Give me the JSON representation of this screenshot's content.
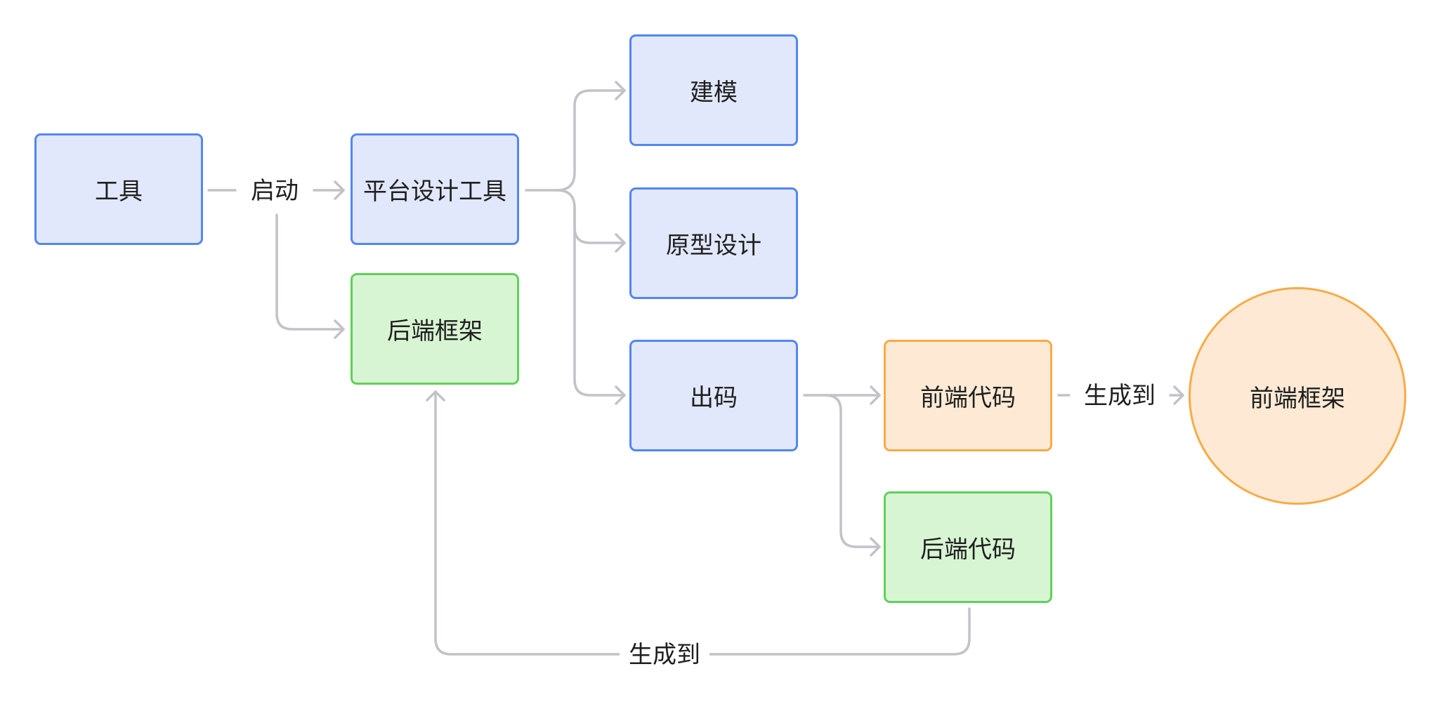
{
  "colors": {
    "blue_fill": "#e1e8fc",
    "blue_border": "#5386ef",
    "green_fill": "#d8f5d3",
    "green_border": "#5fd15a",
    "orange_fill": "#feead4",
    "orange_border": "#f7ab47",
    "connector": "#c2c3c8"
  },
  "nodes": {
    "tools": "工具",
    "platform_design_tools": "平台设计工具",
    "backend_framework": "后端框架",
    "modeling": "建模",
    "prototype_design": "原型设计",
    "code_output": "出码",
    "frontend_code": "前端代码",
    "backend_code": "后端代码",
    "frontend_framework": "前端框架"
  },
  "edges": {
    "launch": "启动",
    "generate_to_frontend": "生成到",
    "generate_to_backend": "生成到"
  }
}
